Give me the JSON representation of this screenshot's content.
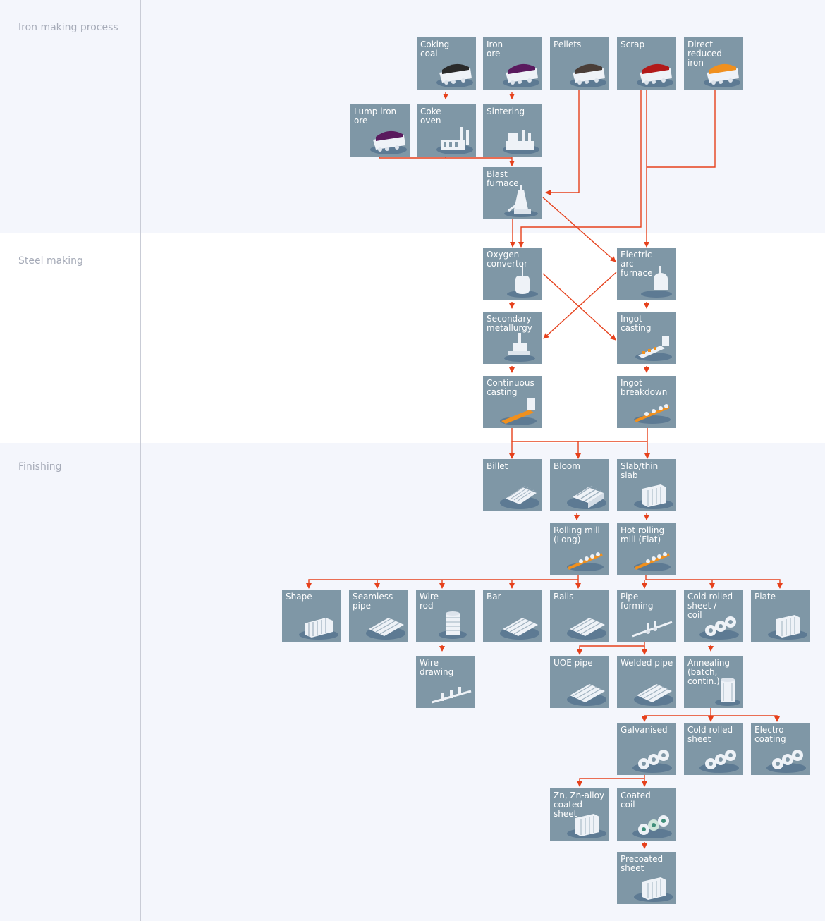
{
  "sections": {
    "iron": "Iron making process",
    "steel": "Steel making",
    "finishing": "Finishing"
  },
  "colors": {
    "tile": "#7f97a6",
    "arrow": "#e6411c",
    "band": "#f4f6fc"
  },
  "tiles": {
    "coking_coal": {
      "label": "Coking\ncoal",
      "icon": "coal-wagon-icon"
    },
    "iron_ore": {
      "label": "Iron\nore",
      "icon": "ore-wagon-icon"
    },
    "pellets": {
      "label": "Pellets",
      "icon": "pellets-wagon-icon"
    },
    "scrap": {
      "label": "Scrap",
      "icon": "scrap-wagon-icon"
    },
    "dri": {
      "label": "Direct\nreduced\niron",
      "icon": "dri-wagon-icon"
    },
    "lump_iron_ore": {
      "label": "Lump iron\nore",
      "icon": "lump-ore-wagon-icon"
    },
    "coke_oven": {
      "label": "Coke\noven",
      "icon": "coke-oven-plant-icon"
    },
    "sintering": {
      "label": "Sintering",
      "icon": "sintering-plant-icon"
    },
    "blast_furnace": {
      "label": "Blast\nfurnace",
      "icon": "blast-furnace-icon"
    },
    "oxygen_convertor": {
      "label": "Oxygen\nconvertor",
      "icon": "convertor-icon"
    },
    "eaf": {
      "label": "Electric\narc\nfurnace",
      "icon": "arc-furnace-icon"
    },
    "secondary_metallurgy": {
      "label": "Secondary\nmetallurgy",
      "icon": "ladle-furnace-icon"
    },
    "ingot_casting": {
      "label": "Ingot\ncasting",
      "icon": "ingot-casting-icon"
    },
    "continuous_casting": {
      "label": "Continuous\ncasting",
      "icon": "caster-icon"
    },
    "ingot_breakdown": {
      "label": "Ingot\nbreakdown",
      "icon": "breakdown-mill-icon"
    },
    "billet": {
      "label": "Billet",
      "icon": "billet-stack-icon"
    },
    "bloom": {
      "label": "Bloom",
      "icon": "bloom-stack-icon"
    },
    "slab": {
      "label": "Slab/thin\nslab",
      "icon": "slab-icon"
    },
    "rolling_mill_long": {
      "label": "Rolling mill\n(Long)",
      "icon": "rolling-mill-icon"
    },
    "hot_rolling_flat": {
      "label": "Hot rolling\nmill (Flat)",
      "icon": "hot-strip-mill-icon"
    },
    "shape": {
      "label": "Shape",
      "icon": "shape-beams-icon"
    },
    "seamless_pipe": {
      "label": "Seamless\npipe",
      "icon": "pipe-bundle-icon"
    },
    "wire_rod": {
      "label": "Wire\nrod",
      "icon": "wire-coil-icon"
    },
    "bar": {
      "label": "Bar",
      "icon": "bar-bundle-icon"
    },
    "rails": {
      "label": "Rails",
      "icon": "rail-bundle-icon"
    },
    "pipe_forming": {
      "label": "Pipe forming",
      "icon": "pipe-forming-icon"
    },
    "cold_rolled_coil": {
      "label": "Cold rolled\nsheet /\ncoil",
      "icon": "coils-icon"
    },
    "plate": {
      "label": "Plate",
      "icon": "plate-stack-icon"
    },
    "wire_drawing": {
      "label": "Wire\ndrawing",
      "icon": "wire-drawing-icon"
    },
    "uoe_pipe": {
      "label": "UOE pipe",
      "icon": "uoe-pipe-icon"
    },
    "welded_pipe": {
      "label": "Welded pipe",
      "icon": "welded-pipe-icon"
    },
    "annealing": {
      "label": "Annealing\n(batch,\ncontin.)",
      "icon": "annealing-furnace-icon"
    },
    "galvanised": {
      "label": "Galvanised",
      "icon": "galvanised-coils-icon"
    },
    "cold_rolled_sheet": {
      "label": "Cold rolled\nsheet",
      "icon": "sheet-coils-icon"
    },
    "electro_coating": {
      "label": "Electro\ncoating",
      "icon": "electro-coils-icon"
    },
    "zn_coated": {
      "label": "Zn, Zn-alloy\ncoated\nsheet",
      "icon": "coated-sheet-icon"
    },
    "coated_coil": {
      "label": "Coated\ncoil",
      "icon": "coated-coils-icon"
    },
    "precoated_sheet": {
      "label": "Precoated\nsheet",
      "icon": "precoated-sheet-icon"
    }
  }
}
